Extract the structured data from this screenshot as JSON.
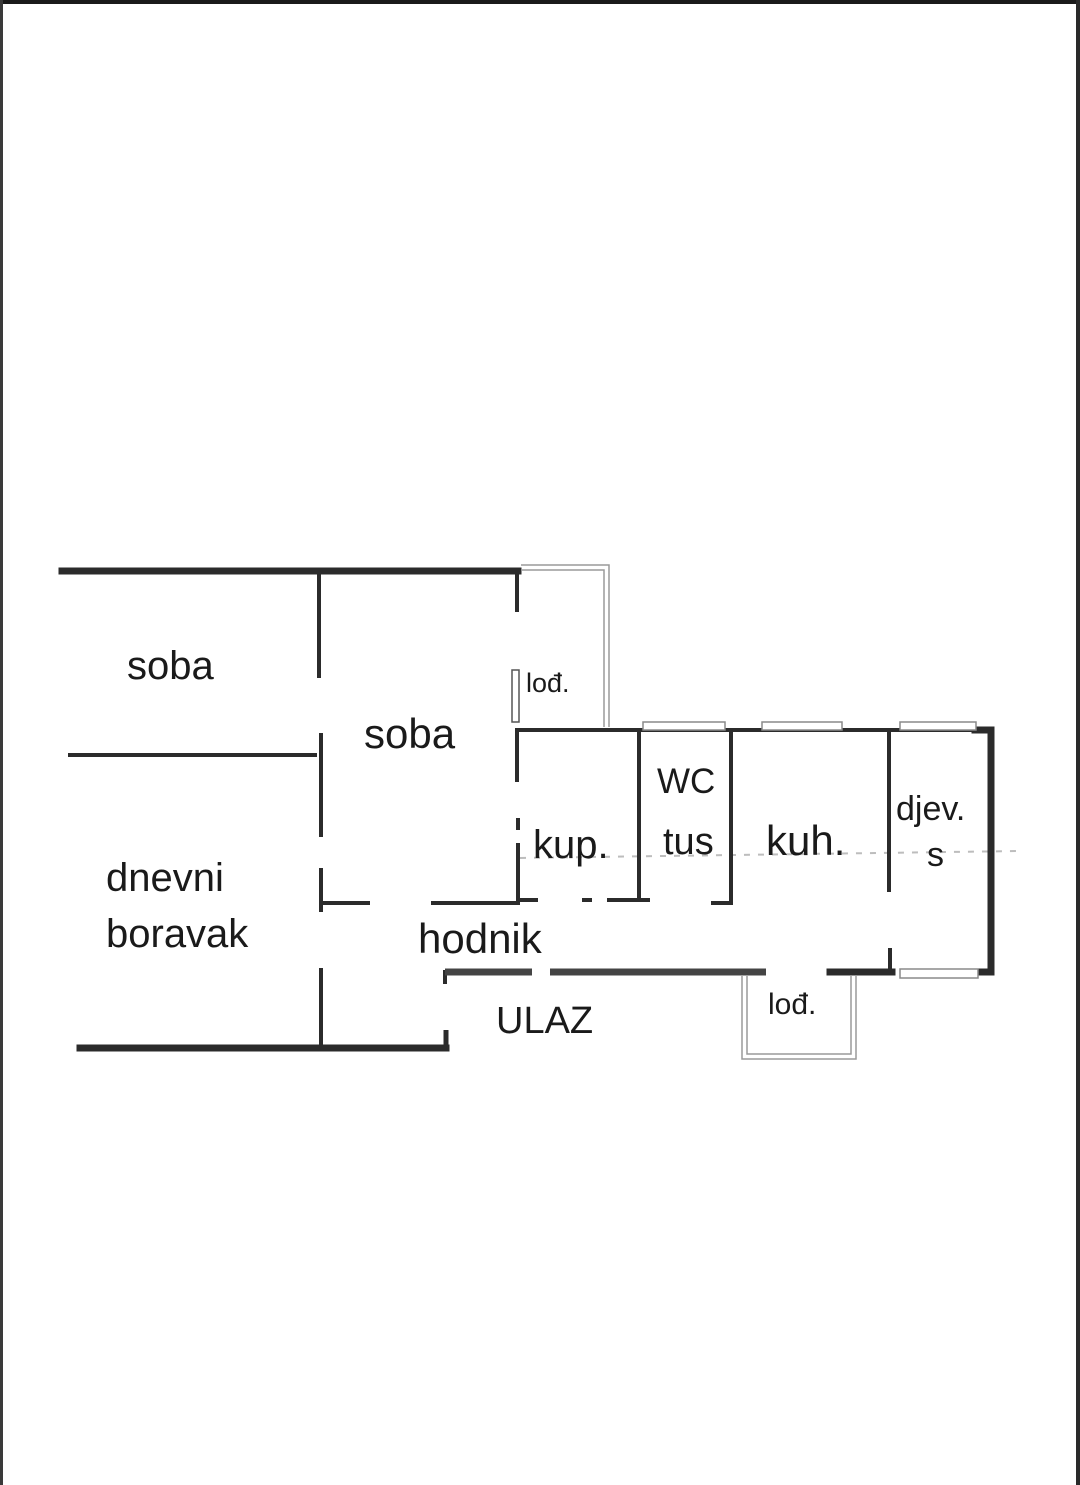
{
  "floor_plan": {
    "rooms": {
      "soba_left": "soba",
      "soba_center": "soba",
      "lodja_top": "lođ.",
      "dnevni": "dnevni",
      "boravak": "boravak",
      "kupaonica": "kup.",
      "wc": "WC",
      "tus": "tus",
      "kuhinja": "kuh.",
      "djev": "djev.",
      "djev_s": "s",
      "hodnik": "hodnik",
      "ulaz": "ULAZ",
      "lodja_bottom": "lođ."
    },
    "colors": {
      "wall": "#2b2b2b",
      "window": "#9a9a9a",
      "text": "#1a1a1a"
    }
  }
}
